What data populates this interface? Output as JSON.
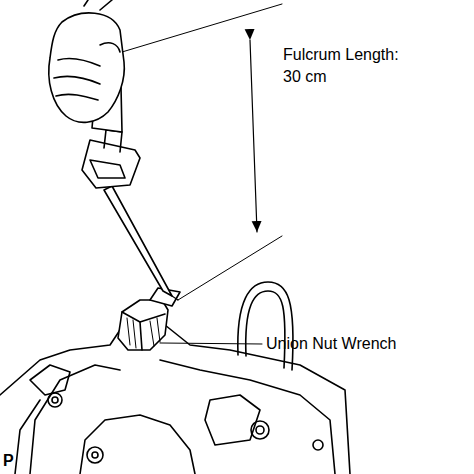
{
  "diagram": {
    "labels": [
      "Fulcrum Length: 30 cm",
      "Union Nut Wrench",
      "P"
    ]
  }
}
